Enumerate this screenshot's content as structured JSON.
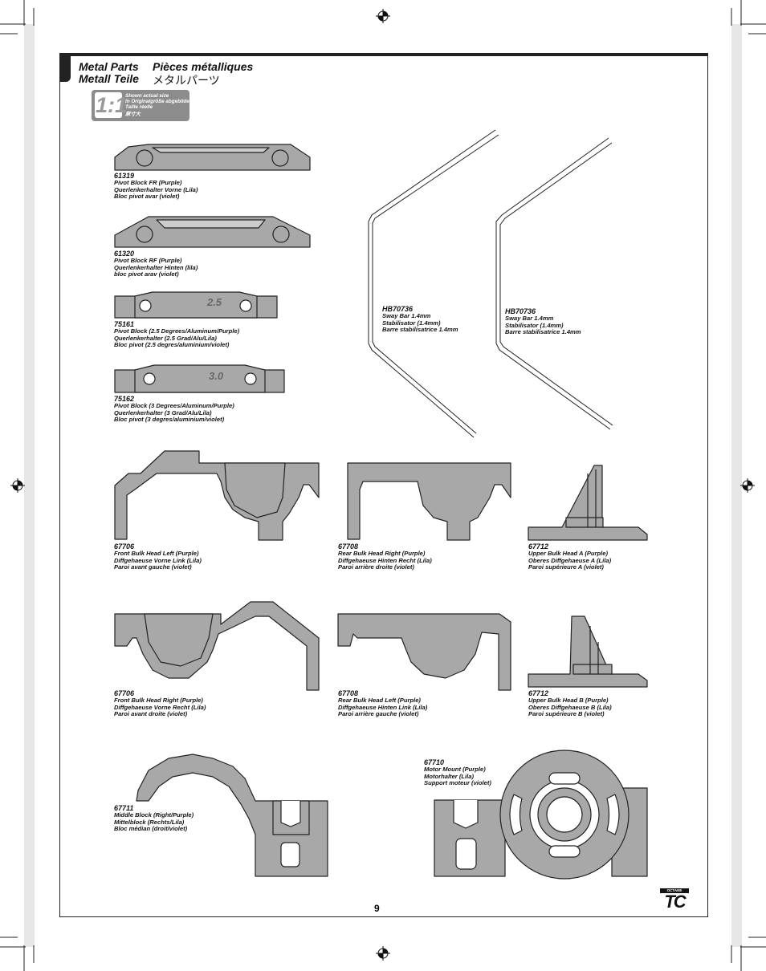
{
  "header": {
    "title_en": "Metal Parts",
    "title_de": "Metall Teile",
    "title_fr": "Pièces métalliques",
    "title_ja": "メタルパーツ"
  },
  "scale_badge": {
    "ratio": "1:1",
    "line1": "Shown actual size",
    "line2": "In Originalgröße abgebildet",
    "line3": "Taille réelle",
    "line4": "原寸大"
  },
  "parts": [
    {
      "id": "p61319",
      "number": "61319",
      "lines": [
        "Pivot Block FR (Purple)",
        "Querlenkerhalter Vorne (Lila)",
        "Bloc pivot avar (violet)"
      ]
    },
    {
      "id": "p61320",
      "number": "61320",
      "lines": [
        "Pivot Block RF  (Purple)",
        "Querlenkerhalter Hinten (lila)",
        "bloc pivot arav (violet)"
      ]
    },
    {
      "id": "p75161",
      "number": "75161",
      "lines": [
        "Pivot Block (2.5 Degrees/Aluminum/Purple)",
        "Querlenkerhalter (2.5 Grad/Alu/Lila)",
        "Bloc pivot  (2.5 degres/aluminium/violet)"
      ]
    },
    {
      "id": "p75162",
      "number": "75162",
      "lines": [
        "Pivot Block (3 Degrees/Aluminum/Purple)",
        "Querlenkerhalter (3 Grad/Alu/Lila)",
        "Bloc pivot  (3 degres/aluminium/violet)"
      ]
    },
    {
      "id": "pswayA",
      "number": "HB70736",
      "lines": [
        "Sway Bar 1.4mm",
        "Stabilisator (1.4mm)",
        "Barre stabilisatrice 1.4mm"
      ]
    },
    {
      "id": "pswayB",
      "number": "HB70736",
      "lines": [
        "Sway Bar 1.4mm",
        "Stabilisator (1.4mm)",
        "Barre stabilisatrice 1.4mm"
      ]
    },
    {
      "id": "p67706L",
      "number": "67706",
      "lines": [
        "Front Bulk Head Left (Purple)",
        "Diffgehaeuse Vorne Link (Lila)",
        "Paroi avant gauche (violet)"
      ]
    },
    {
      "id": "p67708R",
      "number": "67708",
      "lines": [
        "Rear Bulk Head Right (Purple)",
        "Diffgehaeuse Hinten Recht (Lila)",
        "Paroi arrière droite (violet)"
      ]
    },
    {
      "id": "p67712A",
      "number": "67712",
      "lines": [
        "Upper Bulk Head A (Purple)",
        "Oberes Diffgehaeuse A (Lila)",
        "Paroi supérieure A (violet)"
      ]
    },
    {
      "id": "p67706R",
      "number": "67706",
      "lines": [
        "Front Bulk Head Right (Purple)",
        "Diffgehaeuse Vorne Recht (Lila)",
        "Paroi avant droite (violet)"
      ]
    },
    {
      "id": "p67708L",
      "number": "67708",
      "lines": [
        "Rear Bulk Head Left (Purple)",
        "Diffgehaeuse Hinten Link (Lila)",
        "Paroi arrière gauche (violet)"
      ]
    },
    {
      "id": "p67712B",
      "number": "67712",
      "lines": [
        "Upper Bulk Head B (Purple)",
        "Oberes Diffgehaeuse B (Lila)",
        "Paroi supérieure B (violet)"
      ]
    },
    {
      "id": "p67711",
      "number": "67711",
      "lines": [
        "Middle Block (Right/Purple)",
        "Mittelblock (Rechts/Lila)",
        "Bloc médian (droit/violet)"
      ]
    },
    {
      "id": "p67710",
      "number": "67710",
      "lines": [
        "Motor Mount (Purple)",
        "Motorhalter (Lila)",
        "Support moteur (violet)"
      ]
    }
  ],
  "part_engravings": {
    "p75161": "2.5",
    "p75162": "3.0"
  },
  "page_number": "9",
  "logo": {
    "top_text": "OCTANE",
    "mark": "TC"
  },
  "colors": {
    "part_fill": "#a8a8a8",
    "part_stroke": "#222222",
    "bleed": "#e6e6e6"
  }
}
